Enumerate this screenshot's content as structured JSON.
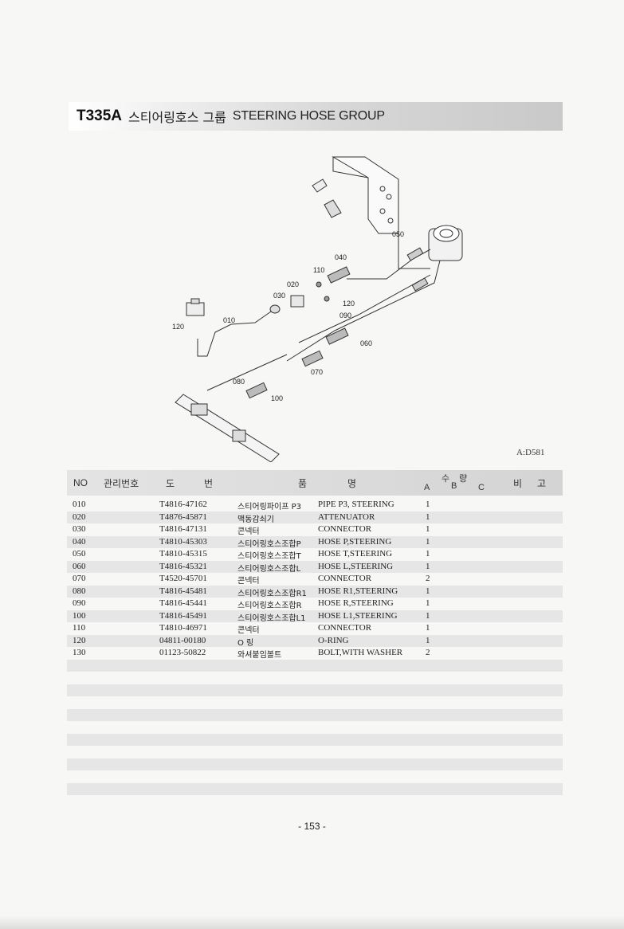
{
  "header": {
    "code": "T335A",
    "title_ko": "스티어링호스 그룹",
    "title_en": "STEERING HOSE GROUP"
  },
  "diagram": {
    "reference": "A:D581",
    "callouts": [
      "050",
      "110",
      "040",
      "020",
      "030",
      "120",
      "010",
      "120",
      "090",
      "060",
      "070",
      "080",
      "100"
    ]
  },
  "table": {
    "headers": {
      "no": "NO",
      "mgmt": "관리번호",
      "do": "도",
      "beon": "번",
      "pum": "품",
      "myeong": "명",
      "su": "수",
      "ryang": "량",
      "a": "A",
      "b": "B",
      "c": "C",
      "bi": "비",
      "go": "고"
    },
    "rows": [
      {
        "no": "010",
        "part": "T4816-47162",
        "name_ko": "스티어링파이프 P3",
        "name_en": "PIPE P3, STEERING",
        "qty": "1"
      },
      {
        "no": "020",
        "part": "T4876-45871",
        "name_ko": "맥동감쇠기",
        "name_en": "ATTENUATOR",
        "qty": "1"
      },
      {
        "no": "030",
        "part": "T4816-47131",
        "name_ko": "콘넥터",
        "name_en": "CONNECTOR",
        "qty": "1"
      },
      {
        "no": "040",
        "part": "T4810-45303",
        "name_ko": "스티어링호스조합P",
        "name_en": "HOSE P,STEERING",
        "qty": "1"
      },
      {
        "no": "050",
        "part": "T4810-45315",
        "name_ko": "스티어링호스조합T",
        "name_en": "HOSE T,STEERING",
        "qty": "1"
      },
      {
        "no": "060",
        "part": "T4816-45321",
        "name_ko": "스티어링호스조합L",
        "name_en": "HOSE L,STEERING",
        "qty": "1"
      },
      {
        "no": "070",
        "part": "T4520-45701",
        "name_ko": "콘넥터",
        "name_en": "CONNECTOR",
        "qty": "2"
      },
      {
        "no": "080",
        "part": "T4816-45481",
        "name_ko": "스티어링호스조합R1",
        "name_en": "HOSE R1,STEERING",
        "qty": "1"
      },
      {
        "no": "090",
        "part": "T4816-45441",
        "name_ko": "스티어링호스조합R",
        "name_en": "HOSE R,STEERING",
        "qty": "1"
      },
      {
        "no": "100",
        "part": "T4816-45491",
        "name_ko": "스티어링호스조합L1",
        "name_en": "HOSE L1,STEERING",
        "qty": "1"
      },
      {
        "no": "110",
        "part": "T4810-46971",
        "name_ko": "콘넥터",
        "name_en": "CONNECTOR",
        "qty": "1"
      },
      {
        "no": "120",
        "part": "04811-00180",
        "name_ko": "O 링",
        "name_en": "O-RING",
        "qty": "1"
      },
      {
        "no": "130",
        "part": "01123-50822",
        "name_ko": "와셔붙임볼트",
        "name_en": "BOLT,WITH WASHER",
        "qty": "2"
      }
    ]
  },
  "footer": {
    "page": "- 153 -"
  }
}
